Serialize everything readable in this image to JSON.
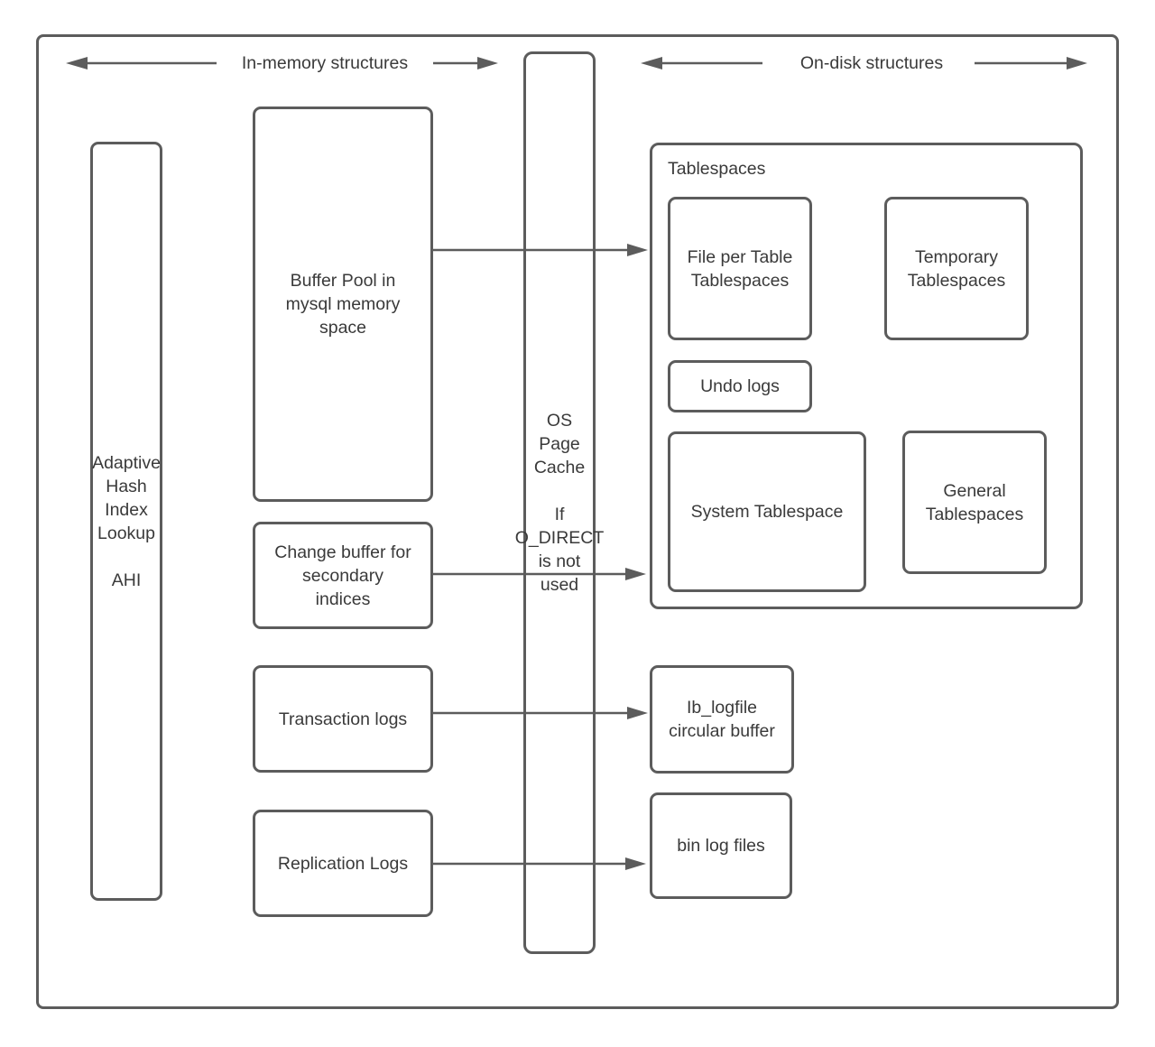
{
  "header": {
    "in_memory_label": "In-memory structures",
    "on_disk_label": "On-disk structures"
  },
  "nodes": {
    "ahi": "Adaptive\nHash\nIndex\nLookup\n\nAHI",
    "buffer_pool": "Buffer Pool in\nmysql memory\nspace",
    "os_page_cache": "OS\nPage\nCache\n\nIf\nO_DIRECT\nis not\nused",
    "change_buffer": "Change buffer for\nsecondary\nindices",
    "transaction_logs": "Transaction logs",
    "replication_logs": "Replication Logs",
    "tablespaces_title": "Tablespaces",
    "file_per_table": "File per Table\nTablespaces",
    "temporary_tablespaces": "Temporary\nTablespaces",
    "undo_logs": "Undo logs",
    "system_tablespace": "System Tablespace",
    "general_tablespaces": "General\nTablespaces",
    "ib_logfile": "Ib_logfile\ncircular buffer",
    "bin_log_files": "bin log files"
  },
  "colors": {
    "stroke": "#5c5c5c",
    "text": "#3a3a3a",
    "background": "#ffffff"
  }
}
